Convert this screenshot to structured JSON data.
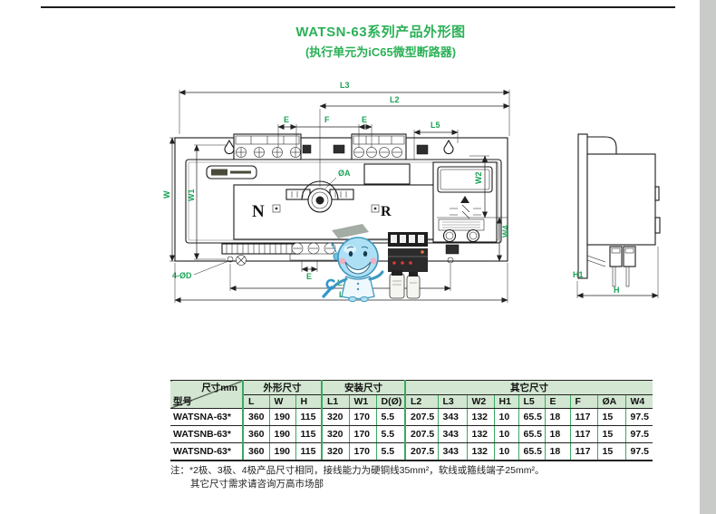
{
  "page": {
    "title": "WATSN-63系列产品外形图",
    "subtitle": "(执行单元为iC65微型断路器)"
  },
  "drawing": {
    "dims": {
      "l3": "L3",
      "l2": "L2",
      "e": "E",
      "f": "F",
      "l5": "L5",
      "w": "W",
      "w1": "W1",
      "w2": "W2",
      "w4": "W4",
      "phi_a": "ØA",
      "four_phi_d": "4-ØD",
      "l1": "L1",
      "l": "L",
      "h1": "H1",
      "h": "H"
    },
    "front": {
      "normal_label": "N",
      "reserve_label": "R"
    }
  },
  "table": {
    "corner_top": "尺寸mm",
    "corner_bottom": "型号",
    "groups": [
      {
        "label": "外形尺寸"
      },
      {
        "label": "安装尺寸"
      },
      {
        "label": "其它尺寸"
      }
    ],
    "columns": [
      "L",
      "W",
      "H",
      "L1",
      "W1",
      "D(Ø)",
      "L2",
      "L3",
      "W2",
      "H1",
      "L5",
      "E",
      "F",
      "ØA",
      "W4"
    ],
    "rows": [
      {
        "model": "WATSNA-63*",
        "values": [
          "360",
          "190",
          "115",
          "320",
          "170",
          "5.5",
          "207.5",
          "343",
          "132",
          "10",
          "65.5",
          "18",
          "117",
          "15",
          "97.5"
        ]
      },
      {
        "model": "WATSNB-63*",
        "values": [
          "360",
          "190",
          "115",
          "320",
          "170",
          "5.5",
          "207.5",
          "343",
          "132",
          "10",
          "65.5",
          "18",
          "117",
          "15",
          "97.5"
        ]
      },
      {
        "model": "WATSND-63*",
        "values": [
          "360",
          "190",
          "115",
          "320",
          "170",
          "5.5",
          "207.5",
          "343",
          "132",
          "10",
          "65.5",
          "18",
          "117",
          "15",
          "97.5"
        ]
      }
    ]
  },
  "notes": {
    "prefix": "注：",
    "line1": "*2极、3极、4极产品尺寸相同，接线能力为硬铜线35mm²，软线或箍线端子25mm²。",
    "line2": "其它尺寸需求请咨询万高市场部"
  },
  "colors": {
    "title_green": "#2bb157",
    "dim_label_green": "#1ca357",
    "table_line_green": "#3aa963",
    "table_header_bg": "#d2e6d1",
    "page_edge_gray": "#c9cbc9"
  }
}
